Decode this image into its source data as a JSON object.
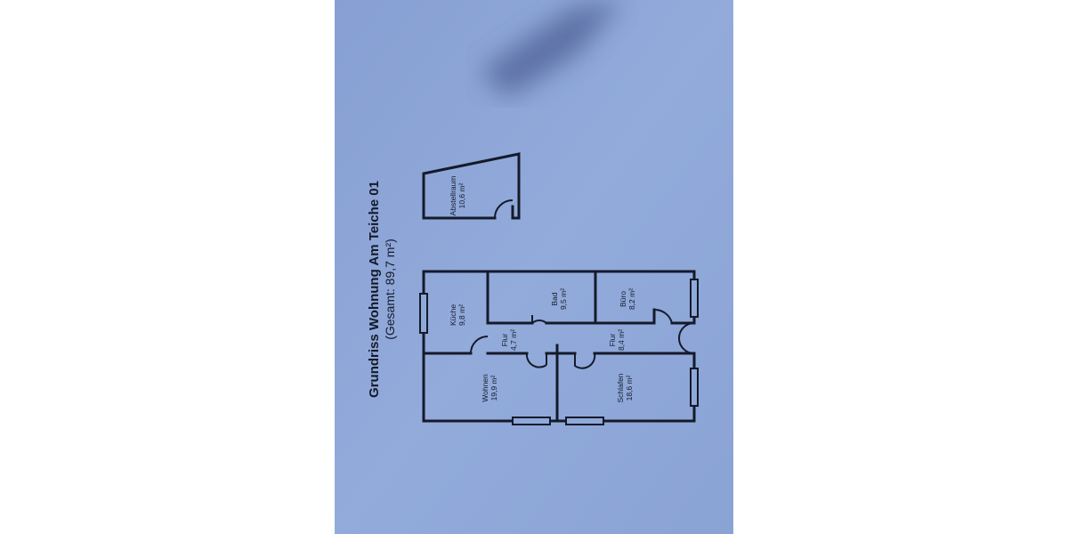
{
  "title": "Grundriss Wohnung Am Teiche 01",
  "subtitle": "(Gesamt: 89,7 m²)",
  "rooms": [
    {
      "name": "Abstellraum",
      "area": "10,6 m²"
    },
    {
      "name": "Küche",
      "area": "9,8 m²"
    },
    {
      "name": "Bad",
      "area": "9,5 m²"
    },
    {
      "name": "Büro",
      "area": "8,2 m²"
    },
    {
      "name": "Flur",
      "area": "4,7 m²"
    },
    {
      "name": "Flur",
      "area": "8,4 m²"
    },
    {
      "name": "Wohnen",
      "area": "19,9 m²"
    },
    {
      "name": "Schlafen",
      "area": "18,6 m²"
    }
  ],
  "colors": {
    "paper": "#8fa9d9",
    "ink": "#151a2a",
    "shadow": "#4d5f94"
  }
}
